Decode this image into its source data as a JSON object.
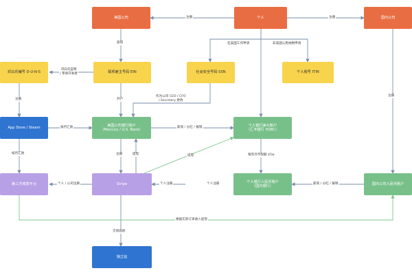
{
  "colors": {
    "orange": "#e96d43",
    "yellow": "#f8d34c",
    "green": "#78c08a",
    "blue": "#2f74d0",
    "purple": "#b8a0e6",
    "arrow_gray": "#7a8ea8",
    "arrow_green": "#7cc48e"
  },
  "nodes": {
    "us_company": "美国公司",
    "individual": "个人",
    "domestic_company": "国内公司",
    "duns": "邓白氏编号 D-U-N-S",
    "ein": "联邦雇主号码 EIN",
    "ssn": "社会安全号码 SSN",
    "itin": "个人税号 ITIN",
    "app_store": "App Store / Steam",
    "us_company_account": "美国公司银行账户\n（Mercury / U.S. Bank）",
    "personal_us_account": "个人银行美元账户\n（汇丰银行 HSBC）",
    "third_party": "第三方收款平台",
    "stripe": "Stripe",
    "personal_cny_account": "个人银行人民币账户\n（国内银行）",
    "domestic_cny_account": "国内公司人民币账户",
    "independent_site": "独立站"
  },
  "edges": {
    "register_us": "注册",
    "register_domestic": "注册",
    "obtain": "获得",
    "us_work_apply": "在美国工作申请",
    "non_us_tax_apply": "非美国公民纳税申请",
    "duns_apply": "邓白氏官网\n/ 苹果开发者",
    "open_account": "开户",
    "ceo_change": "作为公司 CEO / CFO\n/ Secretary 更改",
    "register_left": "注册",
    "register_right": "注册",
    "monthly_remit": "按月汇款",
    "salary_dividend": "薪资 / 分红 / 报销",
    "annual_quota": "每年外币限额 $5w",
    "remit_left": "按月汇款",
    "register_stripe": "注册",
    "withdraw_stripe": "提现",
    "withdraw_diag": "提现",
    "personal_company_register": "个人 / 公司注册",
    "personal_register_stripe": "个人注册",
    "personal_register_cny": "个人注册",
    "salary_dividend_2": "薪资 / 分红 / 报销",
    "actual_orders": "根据实际订单收入提现",
    "trade_collect": "交易收款"
  }
}
